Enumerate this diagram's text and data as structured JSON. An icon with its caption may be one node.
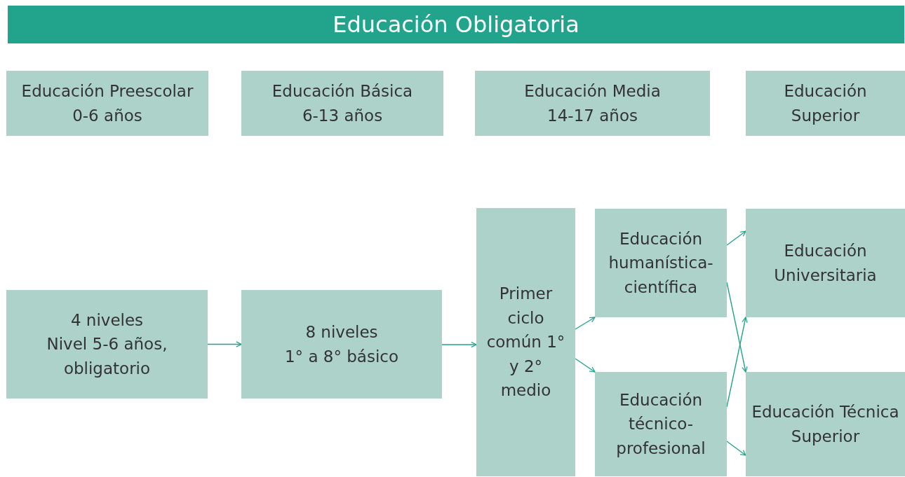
{
  "diagram": {
    "title": "Educación Obligatoria",
    "nodes": [
      {
        "text": [
          "Educación Preescolar",
          "0-6 años"
        ]
      },
      {
        "text": [
          "Educación Básica",
          "6-13 años"
        ]
      },
      {
        "text": [
          "Educación Media",
          "14-17 años"
        ]
      },
      {
        "text": [
          "Educación Superior"
        ]
      },
      {
        "text": [
          "4 niveles",
          "Nivel 5-6 años, obligatorio"
        ]
      },
      {
        "text": [
          "8 niveles",
          "1° a 8° básico"
        ]
      },
      {
        "text": [
          "Primer ciclo común 1° y 2° medio"
        ]
      },
      {
        "text": [
          "Educación humanística-científica"
        ]
      },
      {
        "text": [
          "Educación Universitaria"
        ]
      },
      {
        "text": [
          "Educación técnico-profesional"
        ]
      },
      {
        "text": [
          "Educación Técnica Superior"
        ]
      }
    ],
    "edges": [
      {
        "from": 4,
        "to": 5,
        "arrow": "to"
      },
      {
        "from": 5,
        "to": 6,
        "arrow": "to"
      },
      {
        "from": 6,
        "to": 7,
        "arrow": "to"
      },
      {
        "from": 6,
        "to": 9,
        "arrow": "to"
      },
      {
        "from": 7,
        "to": 8,
        "arrow": "to"
      },
      {
        "from": 7,
        "to": 10,
        "arrow": "to"
      },
      {
        "from": 9,
        "to": 8,
        "arrow": "to"
      },
      {
        "from": 9,
        "to": 10,
        "arrow": "to"
      }
    ]
  }
}
